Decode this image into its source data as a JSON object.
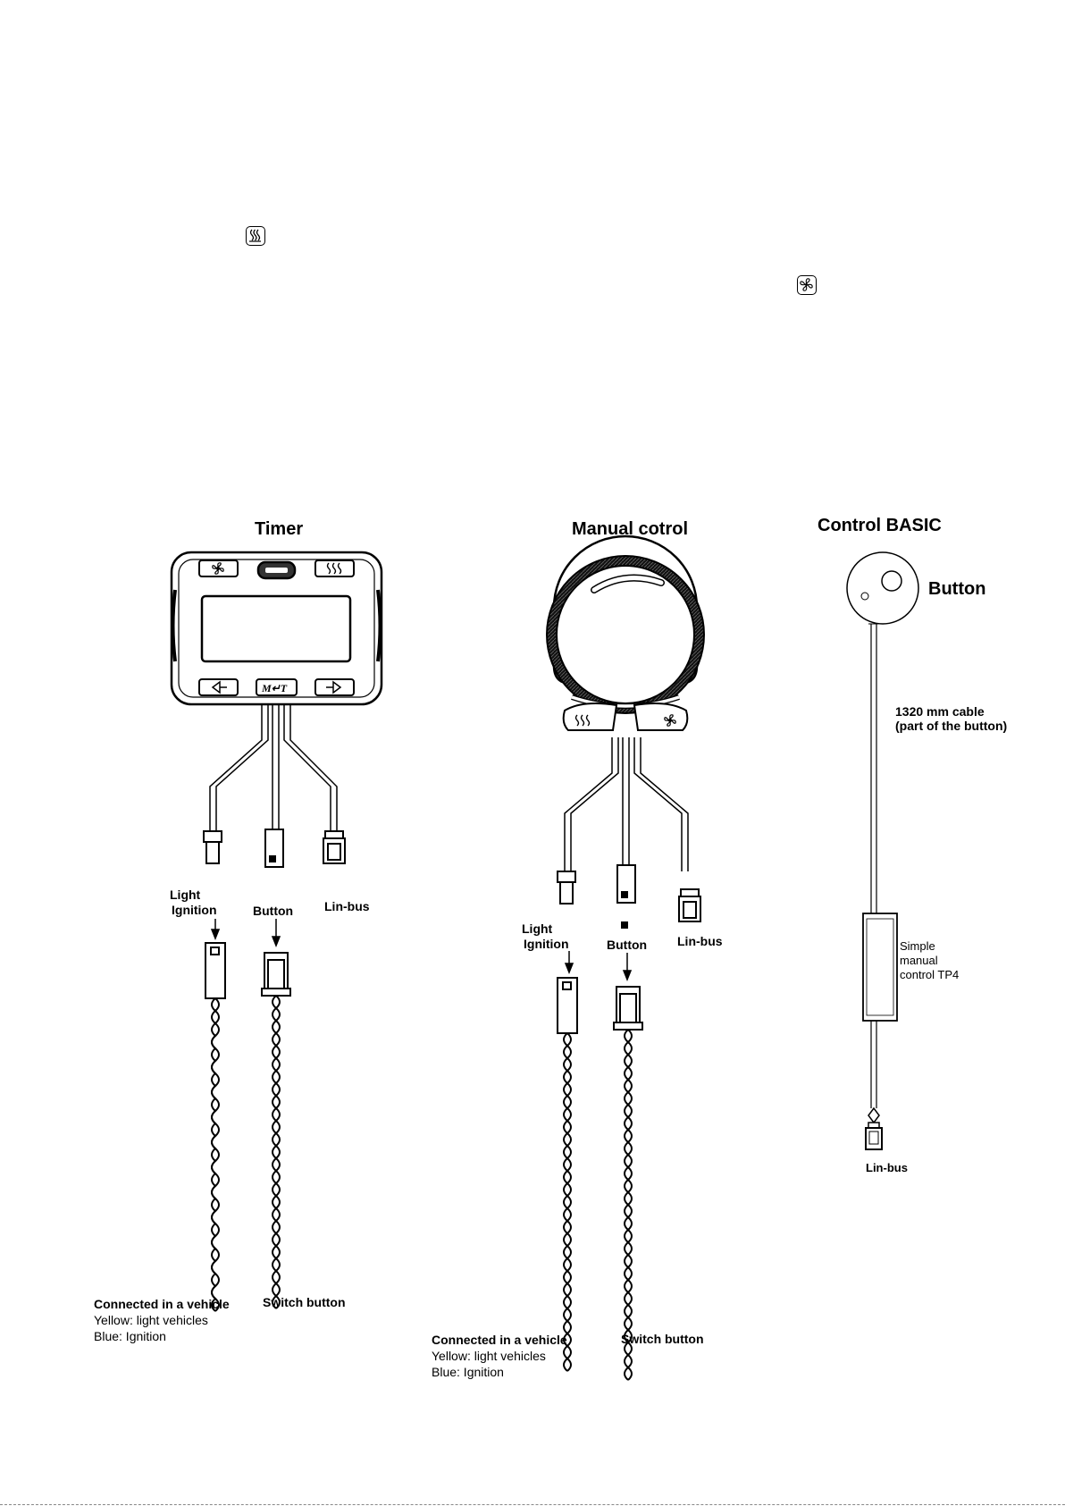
{
  "timer": {
    "title": "Timer",
    "labels": {
      "light_ignition_1": "Light",
      "light_ignition_2": "Ignition",
      "button": "Button",
      "lin_bus": "Lin-bus",
      "switch_button": "Switch button"
    },
    "vehicle_note": {
      "heading": "Connected in a vehicle",
      "line1": "Yellow: light vehicles",
      "line2": "Blue: Ignition"
    }
  },
  "manual": {
    "title": "Manual cotrol",
    "labels": {
      "light_ignition_1": "Light",
      "light_ignition_2": "Ignition",
      "button": "Button",
      "lin_bus": "Lin-bus",
      "switch_button": "Switch button"
    },
    "vehicle_note": {
      "heading": "Connected in a vehicle",
      "line1": "Yellow: light vehicles",
      "line2": "Blue: Ignition"
    }
  },
  "basic": {
    "title": "Control BASIC",
    "button_label": "Button",
    "cable_1": "1320 mm cable",
    "cable_2": "(part of the button)",
    "module_1": "Simple",
    "module_2": "manual",
    "module_3": "control TP4",
    "lin_bus": "Lin-bus"
  },
  "icons": [
    "heat-icon",
    "fan-icon",
    "left-arrow-icon",
    "menu-enter-icon",
    "right-arrow-icon",
    "brand-logo-icon"
  ]
}
